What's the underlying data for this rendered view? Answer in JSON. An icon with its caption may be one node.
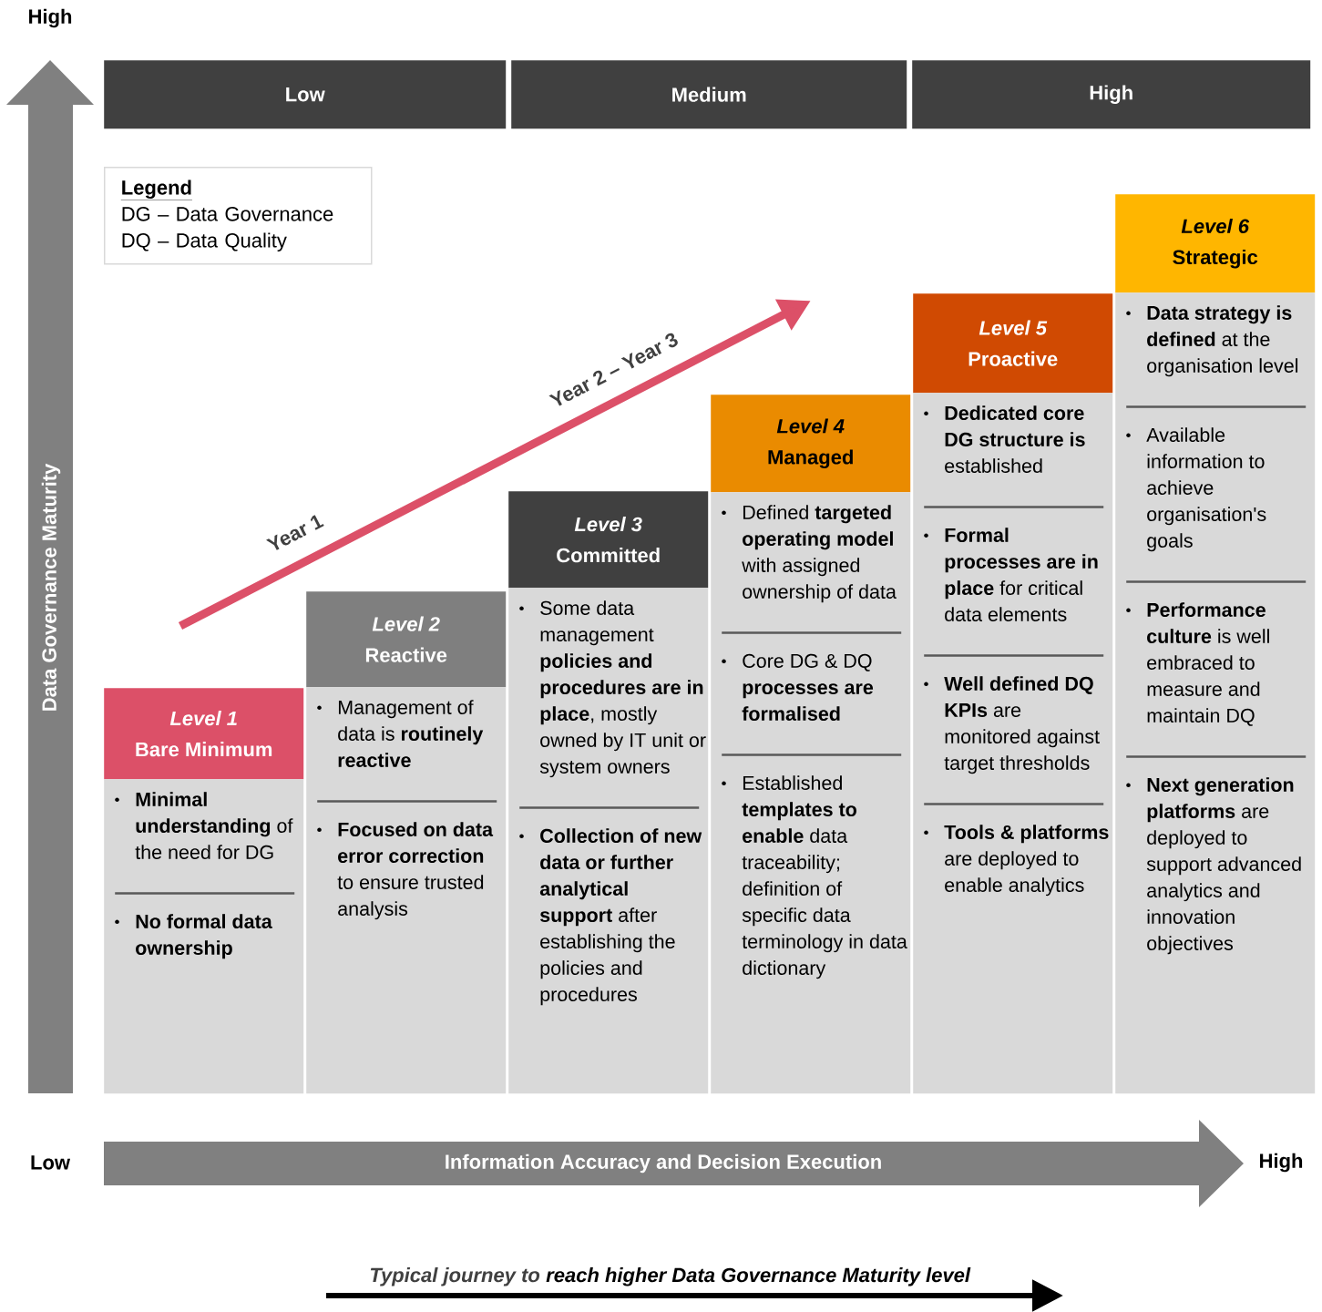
{
  "diagram": {
    "nodes": [
      {
        "text": [
          "Low"
        ]
      },
      {
        "text": [
          "Medium"
        ]
      },
      {
        "text": [
          "High"
        ]
      },
      {
        "text": [
          "Legend",
          "DG – Data Governance",
          "DQ – Data Quality"
        ]
      },
      {
        "text": [
          "Level 1",
          "Bare Minimum"
        ]
      },
      {
        "text": [
          "**Minimal understanding** of the need for DG",
          "**No formal data ownership**"
        ]
      },
      {
        "text": [
          "Level 2",
          "Reactive"
        ]
      },
      {
        "text": [
          "Management of data is **routinely reactive**",
          "**Focused on data error correction** to ensure trusted analysis"
        ]
      },
      {
        "text": [
          "Level 3",
          "Committed"
        ]
      },
      {
        "text": [
          "Some data management **policies and procedures are in place**, mostly owned by IT unit or system owners",
          "**Collection of new data or further analytical support** after establishing the policies and procedures"
        ]
      },
      {
        "text": [
          "Level 4",
          "Managed"
        ]
      },
      {
        "text": [
          "Defined **targeted operating model** with assigned ownership of data",
          "Core DG & DQ **processes are formalised**",
          "Established **templates to enable** data traceability; definition of specific data terminology in data dictionary"
        ]
      },
      {
        "text": [
          "Level 5",
          "Proactive"
        ]
      },
      {
        "text": [
          "**Dedicated core DG structure is** established",
          "**Formal processes are in place** for critical data elements",
          "**Well defined DQ KPIs** are monitored against target thresholds",
          "**Tools & platforms** are deployed to enable analytics"
        ]
      },
      {
        "text": [
          "Level 6",
          "Strategic"
        ]
      },
      {
        "text": [
          "**Data strategy is defined** at the organisation level",
          "Available information to achieve organisation's goals",
          "**Performance culture** is well embraced to measure and maintain DQ",
          "**Next generation platforms** are deployed to support advanced analytics and innovation objectives"
        ]
      }
    ],
    "labels": [
      "High",
      "Data Governance Maturity",
      "Year 2 – Year 3",
      "Year 1",
      "Low",
      "Information Accuracy and Decision Execution",
      "High",
      "Typical journey to",
      "reach higher Data Governance Maturity level"
    ]
  }
}
